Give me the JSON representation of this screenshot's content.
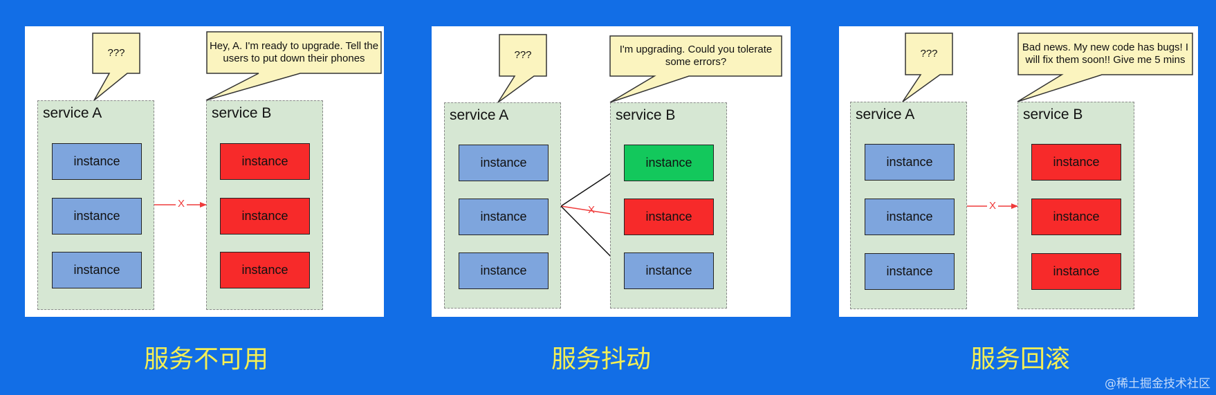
{
  "colors": {
    "background": "#126ee6",
    "panel": "#ffffff",
    "service_box": "#d6e7d3",
    "instance_blue": "#7ea5dd",
    "instance_red": "#f72a2a",
    "instance_green": "#13c85c",
    "bubble": "#fbf4bf",
    "error_arrow": "#ef3b3b",
    "caption": "#f4ef55"
  },
  "panels": [
    {
      "caption": "服务不可用",
      "service_a": {
        "title": "service A",
        "instances": [
          {
            "label": "instance",
            "status": "blue"
          },
          {
            "label": "instance",
            "status": "blue"
          },
          {
            "label": "instance",
            "status": "blue"
          }
        ]
      },
      "service_b": {
        "title": "service B",
        "instances": [
          {
            "label": "instance",
            "status": "red"
          },
          {
            "label": "instance",
            "status": "red"
          },
          {
            "label": "instance",
            "status": "red"
          }
        ]
      },
      "bubble_a": "???",
      "bubble_b": "Hey, A. I'm ready to upgrade. Tell the users to put down their phones",
      "arrow_mark": "X"
    },
    {
      "caption": "服务抖动",
      "service_a": {
        "title": "service A",
        "instances": [
          {
            "label": "instance",
            "status": "blue"
          },
          {
            "label": "instance",
            "status": "blue"
          },
          {
            "label": "instance",
            "status": "blue"
          }
        ]
      },
      "service_b": {
        "title": "service B",
        "instances": [
          {
            "label": "instance",
            "status": "green"
          },
          {
            "label": "instance",
            "status": "red"
          },
          {
            "label": "instance",
            "status": "blue"
          }
        ]
      },
      "bubble_a": "???",
      "bubble_b": "I'm upgrading. Could you tolerate some errors?",
      "arrow_mark": "X"
    },
    {
      "caption": "服务回滚",
      "service_a": {
        "title": "service A",
        "instances": [
          {
            "label": "instance",
            "status": "blue"
          },
          {
            "label": "instance",
            "status": "blue"
          },
          {
            "label": "instance",
            "status": "blue"
          }
        ]
      },
      "service_b": {
        "title": "service B",
        "instances": [
          {
            "label": "instance",
            "status": "red"
          },
          {
            "label": "instance",
            "status": "red"
          },
          {
            "label": "instance",
            "status": "red"
          }
        ]
      },
      "bubble_a": "???",
      "bubble_b": "Bad news. My new code has bugs! I will fix them soon!! Give me 5 mins",
      "arrow_mark": "X"
    }
  ],
  "watermark": "@稀土掘金技术社区"
}
